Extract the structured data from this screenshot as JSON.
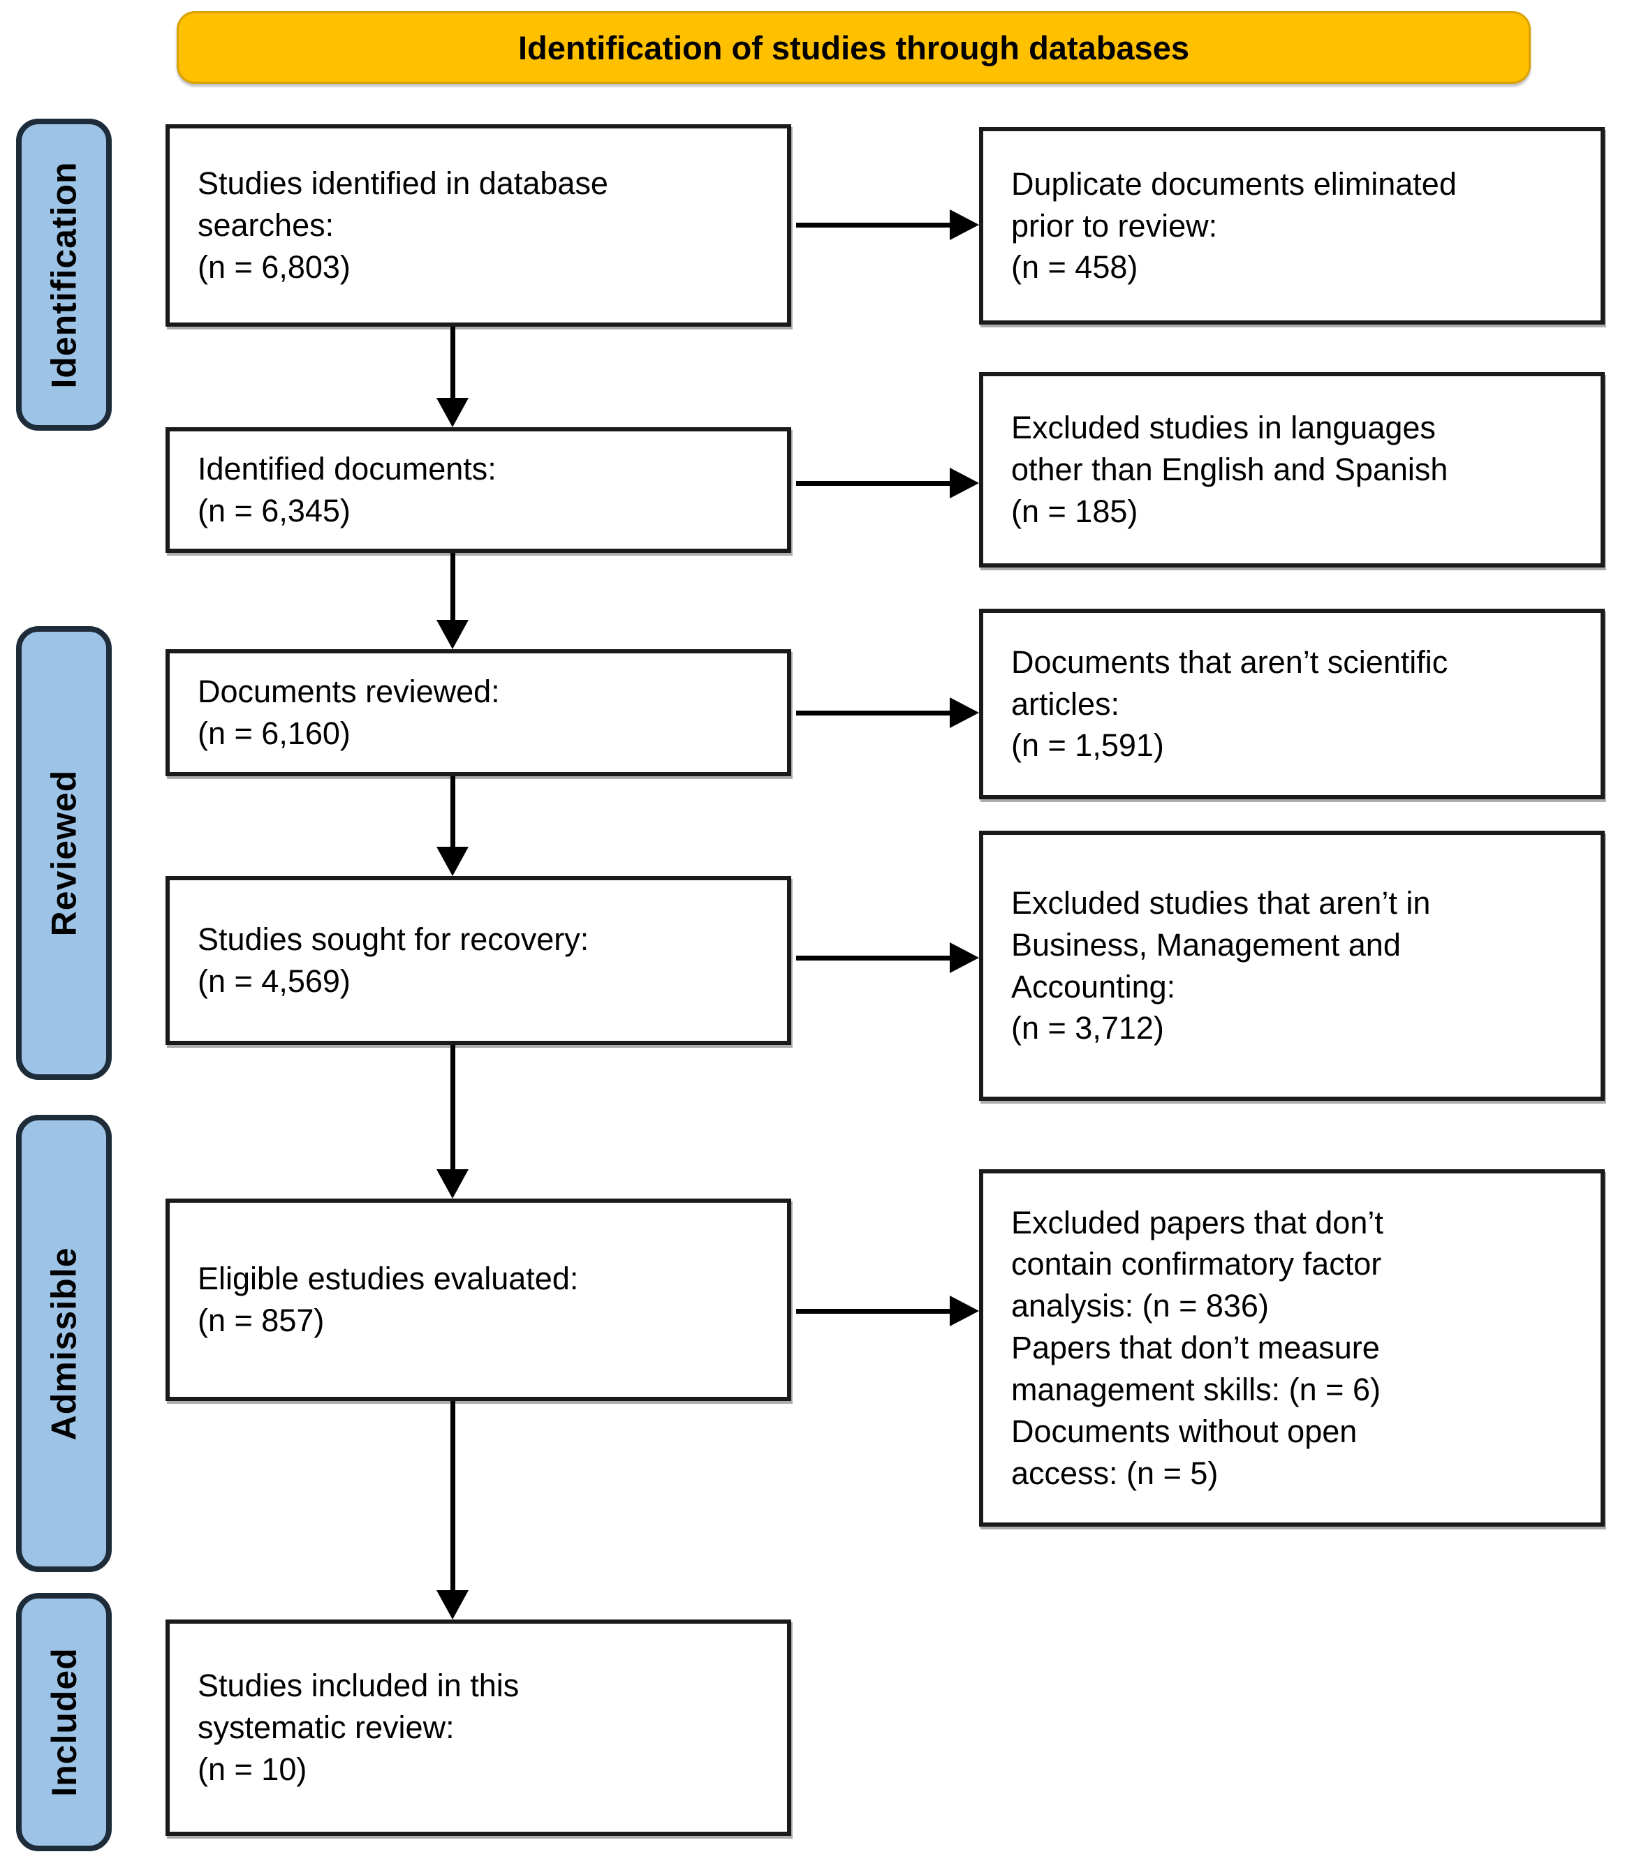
{
  "header": {
    "title": "Identification of studies through databases"
  },
  "stages": [
    {
      "label": "Identification"
    },
    {
      "label": "Reviewed"
    },
    {
      "label": "Admissible"
    },
    {
      "label": "Included"
    }
  ],
  "flow_boxes": [
    {
      "text": "Studies identified in database\nsearches:\n(n = 6,803)"
    },
    {
      "text": "Identified documents:\n(n = 6,345)"
    },
    {
      "text": "Documents reviewed:\n(n = 6,160)"
    },
    {
      "text": "Studies sought for recovery:\n(n = 4,569)"
    },
    {
      "text": "Eligible estudies evaluated:\n(n = 857)"
    },
    {
      "text": "Studies included in this\nsystematic review:\n(n = 10)"
    }
  ],
  "exclusion_boxes": [
    {
      "text": "Duplicate documents eliminated\nprior to review:\n(n = 458)"
    },
    {
      "text": "Excluded studies in languages\nother than English and Spanish\n(n = 185)"
    },
    {
      "text": "Documents that aren’t scientific\narticles:\n(n = 1,591)"
    },
    {
      "text": "Excluded studies that aren’t in\nBusiness, Management and\nAccounting:\n(n = 3,712)"
    },
    {
      "text": "Excluded papers that don’t\ncontain confirmatory factor\nanalysis: (n = 836)\nPapers that don’t measure\nmanagement skills: (n = 6)\nDocuments without open\naccess: (n = 5)"
    }
  ],
  "colors": {
    "banner_bg": "#FFC000",
    "stage_bg": "#9DC3E6",
    "box_border": "#1A1A1A",
    "arrow": "#000000"
  }
}
